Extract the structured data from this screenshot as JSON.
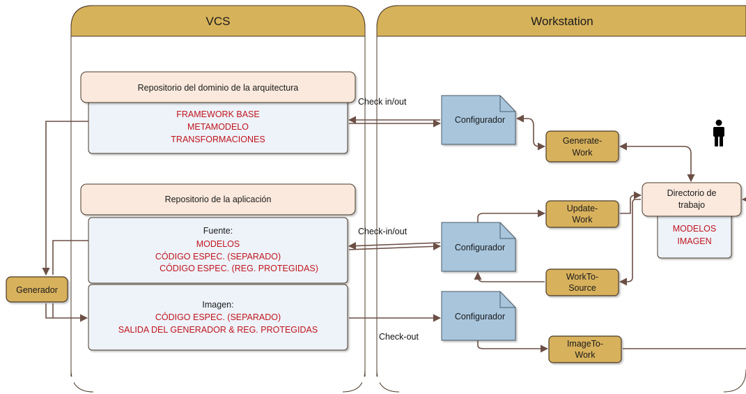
{
  "lanes": {
    "vcs": "VCS",
    "workstation": "Workstation"
  },
  "repositories": {
    "domain": {
      "title": "Repositorio del dominio de la arquitectura",
      "items": [
        "FRAMEWORK BASE",
        "METAMODELO",
        "TRANSFORMACIONES"
      ]
    },
    "application": {
      "title": "Repositorio de la aplicación",
      "source_heading": "Fuente:",
      "source_items": [
        "MODELOS",
        "CÓDIGO ESPEC. (SEPARADO)",
        "CÓDIGO ESPEC. (REG. PROTEGIDAS)"
      ],
      "image_heading": "Imagen:",
      "image_items": [
        "CÓDIGO ESPEC. (SEPARADO)",
        "SALIDA DEL GENERADOR & REG. PROTEGIDAS"
      ]
    }
  },
  "generator": "Generador",
  "configurators": [
    "Configurador",
    "Configurador",
    "Configurador"
  ],
  "edge_labels": {
    "check_in_out_1": "Check in/out",
    "check_in_out_2": "Check-in/out",
    "check_out": "Check-out"
  },
  "actions": {
    "generate_work": [
      "Generate-",
      "Work"
    ],
    "update_work": [
      "Update-",
      "Work"
    ],
    "work_to_source": [
      "WorkTo-",
      "Source"
    ],
    "image_to_work": [
      "ImageTo-",
      "Work"
    ]
  },
  "working_dir": {
    "title": [
      "Directorio de",
      "trabajo"
    ],
    "items": [
      "MODELOS",
      "IMAGEN"
    ]
  },
  "colors": {
    "lane_header": "#d6b25a",
    "repo_title_fill": "#fbe9dd",
    "repo_body_fill": "#eef3fa",
    "action_fill": "#d8b15b",
    "config_fill": "#a8c5dc",
    "arrow": "#6b4f45",
    "red_text": "#c0141c"
  },
  "icons": {
    "user": "person-icon"
  }
}
